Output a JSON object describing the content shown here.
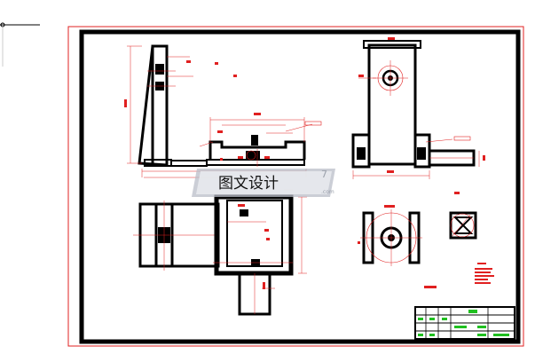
{
  "watermark": {
    "text": "图文设计",
    "suffix": "7",
    "tld": ".com"
  },
  "colors": {
    "background": "#ffffff",
    "outer_border": "#e02020",
    "inner_border": "#000000",
    "dimension": "#e02020",
    "geometry": "#000000",
    "centerline": "#e02020",
    "titleblock_text": "#20c020",
    "watermark_logo": "#9aa0aa"
  },
  "title_block": {
    "labels": [
      "",
      "",
      "",
      ""
    ]
  }
}
